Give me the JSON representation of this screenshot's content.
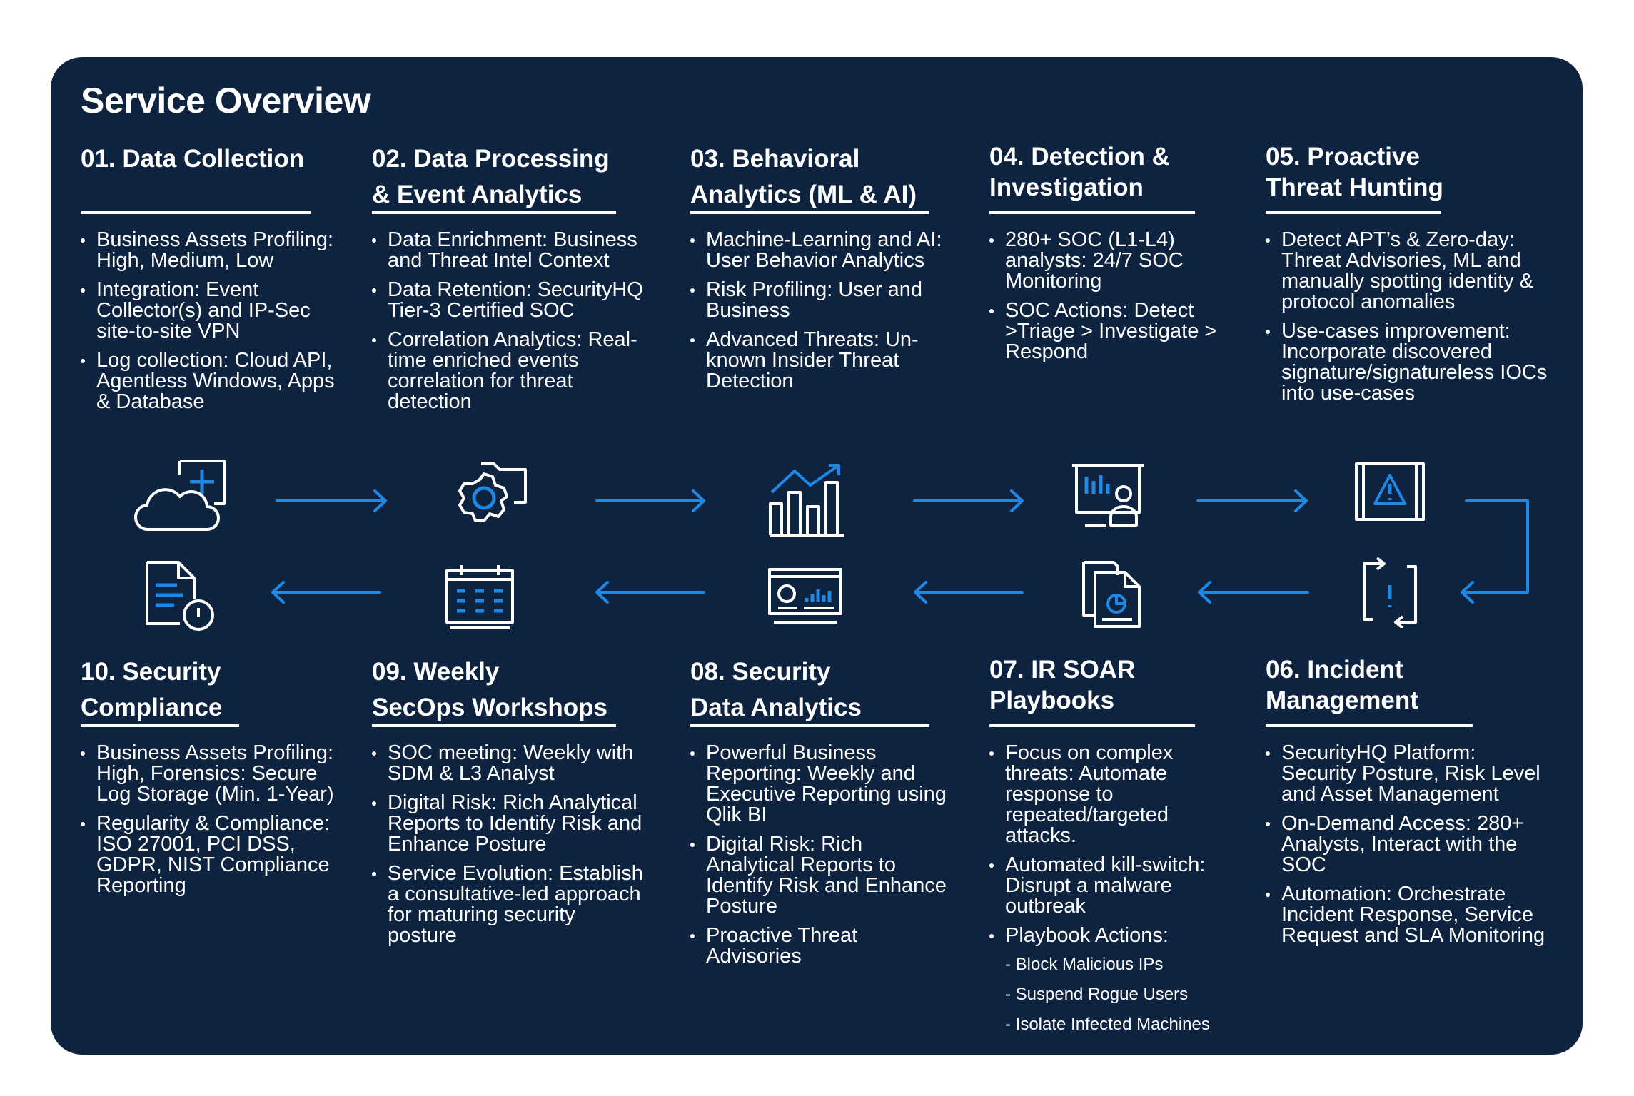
{
  "title": "Service Overview",
  "steps": [
    {
      "number": "01.",
      "heading": [
        "01. Data Collection"
      ],
      "bullets": [
        "Business Assets Profiling: High, Medium, Low",
        "Integration: Event Collector(s) and IP-Sec site-to-site VPN",
        "Log collection: Cloud API, Agentless Windows, Apps & Database"
      ],
      "icon": "cloud-plus-icon"
    },
    {
      "number": "02.",
      "heading": [
        "02. Data Processing",
        "& Event Analytics"
      ],
      "bullets": [
        "Data Enrichment: Business and Threat Intel Context",
        "Data Retention: SecurityHQ Tier-3 Certified SOC",
        "Correlation Analytics: Real-time enriched events correlation for threat detection"
      ],
      "icon": "gear-folder-icon"
    },
    {
      "number": "03.",
      "heading": [
        "03. Behavioral",
        "Analytics (ML & AI)"
      ],
      "bullets": [
        "Machine-Learning and AI: User Behavior Analytics",
        "Risk Profiling: User and Business",
        "Advanced Threats: Un-known Insider Threat Detection"
      ],
      "icon": "bar-chart-trend-icon"
    },
    {
      "number": "04.",
      "heading": [
        "04. Detection &",
        "Investigation"
      ],
      "bullets": [
        "280+ SOC (L1-L4) analysts: 24/7 SOC Monitoring",
        "SOC Actions: Detect >Triage > Investigate > Respond"
      ],
      "icon": "monitor-analyst-icon"
    },
    {
      "number": "05.",
      "heading": [
        "05. Proactive",
        "Threat Hunting"
      ],
      "bullets": [
        "Detect APT’s & Zero-day: Threat Advisories, ML and manually spotting identity & protocol anomalies",
        "Use-cases improvement: Incorporate discovered signature/signatureless IOCs into use-cases"
      ],
      "icon": "warning-monitor-icon"
    },
    {
      "number": "06.",
      "heading": [
        "06. Incident",
        "Management"
      ],
      "bullets": [
        "SecurityHQ Platform: Security Posture, Risk Level and Asset Management",
        "On-Demand Access: 280+ Analysts, Interact with the SOC",
        "Automation: Orchestrate Incident Response, Service Request and SLA Monitoring"
      ],
      "icon": "incident-cycle-icon"
    },
    {
      "number": "07.",
      "heading": [
        "07. IR SOAR",
        "Playbooks"
      ],
      "bullets": [
        "Focus on complex threats: Automate response to repeated/targeted attacks.",
        "Automated kill-switch: Disrupt a malware outbreak",
        "Playbook Actions:"
      ],
      "sub_bullets": [
        "-  Block Malicious IPs",
        "-  Suspend Rogue Users",
        "-  Isolate Infected Machines"
      ],
      "icon": "documents-chart-icon"
    },
    {
      "number": "08.",
      "heading": [
        "08. Security",
        "Data Analytics"
      ],
      "bullets": [
        "Powerful Business Reporting: Weekly and Executive Reporting using Qlik BI",
        "Digital Risk: Rich Analytical Reports to Identify Risk and Enhance Posture",
        "Proactive Threat Advisories"
      ],
      "icon": "dashboard-icon"
    },
    {
      "number": "09.",
      "heading": [
        "09. Weekly",
        "SecOps Workshops"
      ],
      "bullets": [
        "SOC meeting: Weekly with SDM & L3 Analyst",
        "Digital Risk: Rich Analytical Reports to Identify Risk and Enhance Posture",
        "Service Evolution: Establish a consultative-led approach for maturing security posture"
      ],
      "icon": "calendar-icon"
    },
    {
      "number": "10.",
      "heading": [
        "10. Security",
        "Compliance"
      ],
      "bullets": [
        "Business Assets Profiling: High, Forensics: Secure Log Storage (Min. 1-Year)",
        "Regularity & Compliance: ISO 27001, PCI DSS, GDPR, NIST Compliance Reporting"
      ],
      "icon": "document-clock-icon"
    }
  ],
  "colors": {
    "panel": "#0d2340",
    "accent": "#1e88e5",
    "text": "#ffffff",
    "icon_stroke": "#ffffff"
  }
}
